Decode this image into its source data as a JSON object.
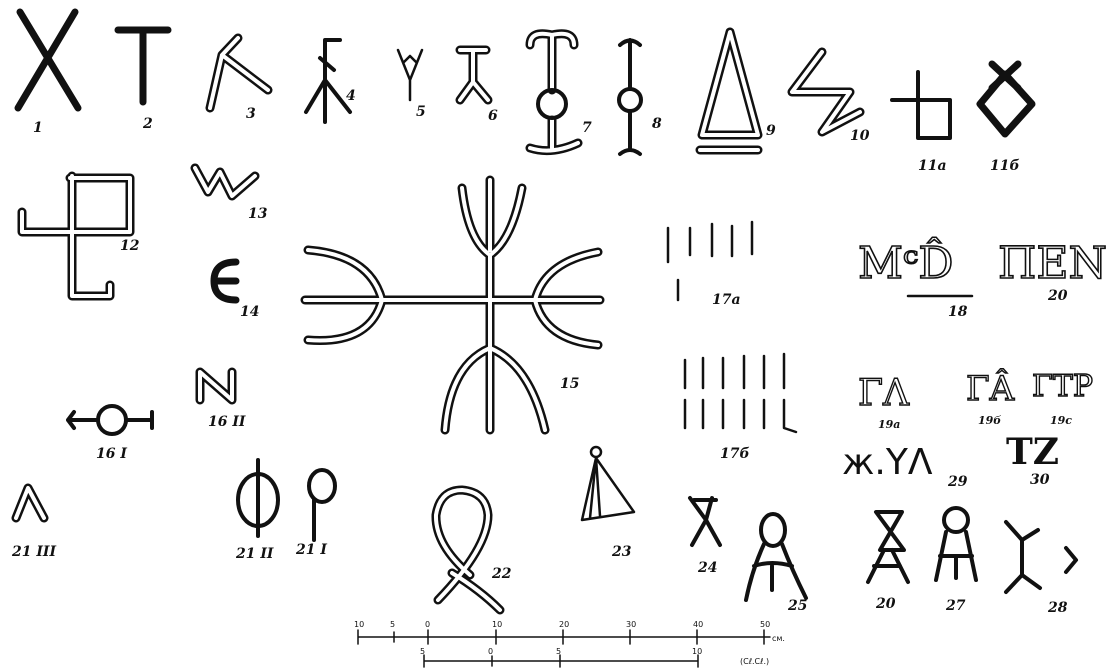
{
  "labels": {
    "l1": "1",
    "l2": "2",
    "l3": "3",
    "l4": "4",
    "l5": "5",
    "l6": "6",
    "l7": "7",
    "l8": "8",
    "l9": "9",
    "l10": "10",
    "l11a": "11a",
    "l11b": "11б",
    "l12": "12",
    "l13": "13",
    "l14": "14",
    "l15": "15",
    "l16i": "16 I",
    "l16ii": "16 II",
    "l17a": "17a",
    "l17b": "17б",
    "l18": "18",
    "l19a": "19a",
    "l19b": "19б",
    "l19c": "19c",
    "l20a": "20",
    "l20b": "20",
    "l21i": "21 I",
    "l21ii": "21 II",
    "l21iii": "21 III",
    "l22": "22",
    "l23": "23",
    "l24": "24",
    "l25": "25",
    "l27": "27",
    "l28": "28",
    "l29": "29",
    "l30": "30"
  },
  "inscriptions": {
    "i18": "MᶜD̂",
    "i19a": "ΓΛ",
    "i19b": "ΓÂ",
    "i19c": "ΓΤΡ",
    "i20": "ΠΕΝ",
    "i29": "ж.ΥΛ",
    "i30": "ΤΖ"
  },
  "scale": {
    "top_ticks": [
      "10",
      "5",
      "0",
      "10",
      "20",
      "30",
      "40",
      "50"
    ],
    "top_unit": "см.",
    "bottom_ticks": [
      "5",
      "0",
      "5",
      "10"
    ],
    "bottom_unit": "(Сℓ.Сℓ.)"
  }
}
